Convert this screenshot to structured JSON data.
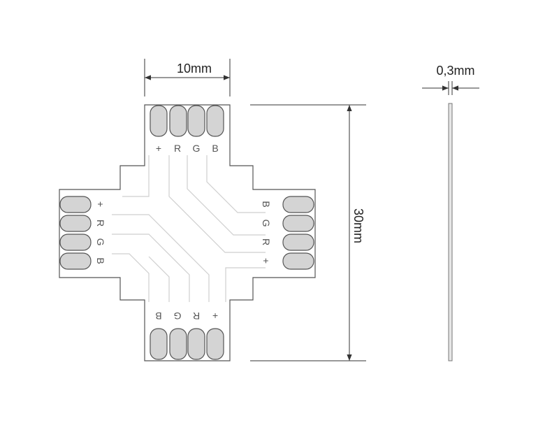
{
  "dimensions": {
    "width_label": "10mm",
    "height_label": "30mm",
    "thickness_label": "0,3mm"
  },
  "pads": {
    "top": [
      "+",
      "R",
      "G",
      "B"
    ],
    "left": [
      "+",
      "R",
      "G",
      "B"
    ],
    "right": [
      "B",
      "G",
      "R",
      "+"
    ],
    "bottom": [
      "B",
      "G",
      "R",
      "+"
    ]
  },
  "colors": {
    "outline": "#555555",
    "pad_fill": "#d4d4d4",
    "trace": "#cfcfcf",
    "label": "#555555",
    "dim_line": "#333333"
  }
}
